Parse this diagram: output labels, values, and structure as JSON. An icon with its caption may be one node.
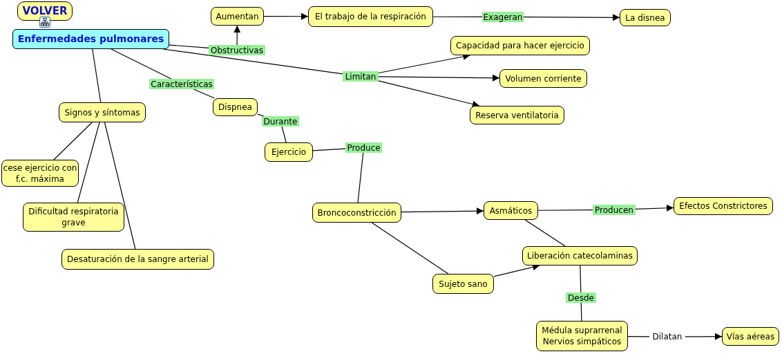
{
  "diagram": {
    "nodes": [
      {
        "text": [
          "VOLVER"
        ]
      },
      {
        "text": [
          "Enfermedades pulmonares"
        ]
      },
      {
        "text": [
          "Aumentan"
        ]
      },
      {
        "text": [
          "El trabajo de la respiración"
        ]
      },
      {
        "text": [
          "La disnea"
        ]
      },
      {
        "text": [
          "Obstructivas"
        ]
      },
      {
        "text": [
          "Exageran"
        ]
      },
      {
        "text": [
          "Capacidad para hacer ejercicio"
        ]
      },
      {
        "text": [
          "Limitan"
        ]
      },
      {
        "text": [
          "Volumen corriente"
        ]
      },
      {
        "text": [
          "Reserva ventilatoria"
        ]
      },
      {
        "text": [
          "Características"
        ]
      },
      {
        "text": [
          "Signos y síntomas"
        ]
      },
      {
        "text": [
          "Dispnea"
        ]
      },
      {
        "text": [
          "Durante"
        ]
      },
      {
        "text": [
          "Ejercicio"
        ]
      },
      {
        "text": [
          "Produce"
        ]
      },
      {
        "text": [
          "cese ejercicio con f.c. máxima"
        ]
      },
      {
        "text": [
          "Dificultad respiratoria grave"
        ]
      },
      {
        "text": [
          "Desaturación de la sangre arterial"
        ]
      },
      {
        "text": [
          "Broncoconstricción"
        ]
      },
      {
        "text": [
          "Asmáticos"
        ]
      },
      {
        "text": [
          "Producen"
        ]
      },
      {
        "text": [
          "Efectos Constrictores"
        ]
      },
      {
        "text": [
          "Liberación catecolaminas"
        ]
      },
      {
        "text": [
          "Sujeto sano"
        ]
      },
      {
        "text": [
          "Desde"
        ]
      },
      {
        "text": [
          "Médula suprarrenal Nervios simpáticos"
        ]
      },
      {
        "text": [
          "Dilatan"
        ]
      },
      {
        "text": [
          "Vías aéreas"
        ]
      }
    ],
    "edges": [
      {
        "from": 1,
        "to": 5,
        "arrow": "none"
      },
      {
        "from": 5,
        "to": 2,
        "arrow": "to"
      },
      {
        "from": 2,
        "to": 3,
        "arrow": "to"
      },
      {
        "from": 3,
        "to": 6,
        "arrow": "none"
      },
      {
        "from": 6,
        "to": 4,
        "arrow": "to"
      },
      {
        "from": 1,
        "to": 8,
        "arrow": "none"
      },
      {
        "from": 8,
        "to": 7,
        "arrow": "to"
      },
      {
        "from": 8,
        "to": 9,
        "arrow": "to"
      },
      {
        "from": 8,
        "to": 10,
        "arrow": "to"
      },
      {
        "from": 1,
        "to": 11,
        "arrow": "none"
      },
      {
        "from": 11,
        "to": 13,
        "arrow": "none"
      },
      {
        "from": 1,
        "to": 12,
        "arrow": "none"
      },
      {
        "from": 13,
        "to": 14,
        "arrow": "none"
      },
      {
        "from": 14,
        "to": 15,
        "arrow": "none"
      },
      {
        "from": 15,
        "to": 16,
        "arrow": "none"
      },
      {
        "from": 16,
        "to": 20,
        "arrow": "none"
      },
      {
        "from": 12,
        "to": 17,
        "arrow": "none"
      },
      {
        "from": 12,
        "to": 18,
        "arrow": "none"
      },
      {
        "from": 12,
        "to": 19,
        "arrow": "none"
      },
      {
        "from": 20,
        "to": 21,
        "arrow": "to"
      },
      {
        "from": 21,
        "to": 22,
        "arrow": "none"
      },
      {
        "from": 22,
        "to": 23,
        "arrow": "to"
      },
      {
        "from": 21,
        "to": 24,
        "arrow": "none"
      },
      {
        "from": 20,
        "to": 25,
        "arrow": "none"
      },
      {
        "from": 25,
        "to": 24,
        "arrow": "to"
      },
      {
        "from": 24,
        "to": 26,
        "arrow": "none"
      },
      {
        "from": 26,
        "to": 27,
        "arrow": "none"
      },
      {
        "from": 27,
        "to": 28,
        "arrow": "none"
      },
      {
        "from": 28,
        "to": 29,
        "arrow": "to"
      }
    ]
  }
}
